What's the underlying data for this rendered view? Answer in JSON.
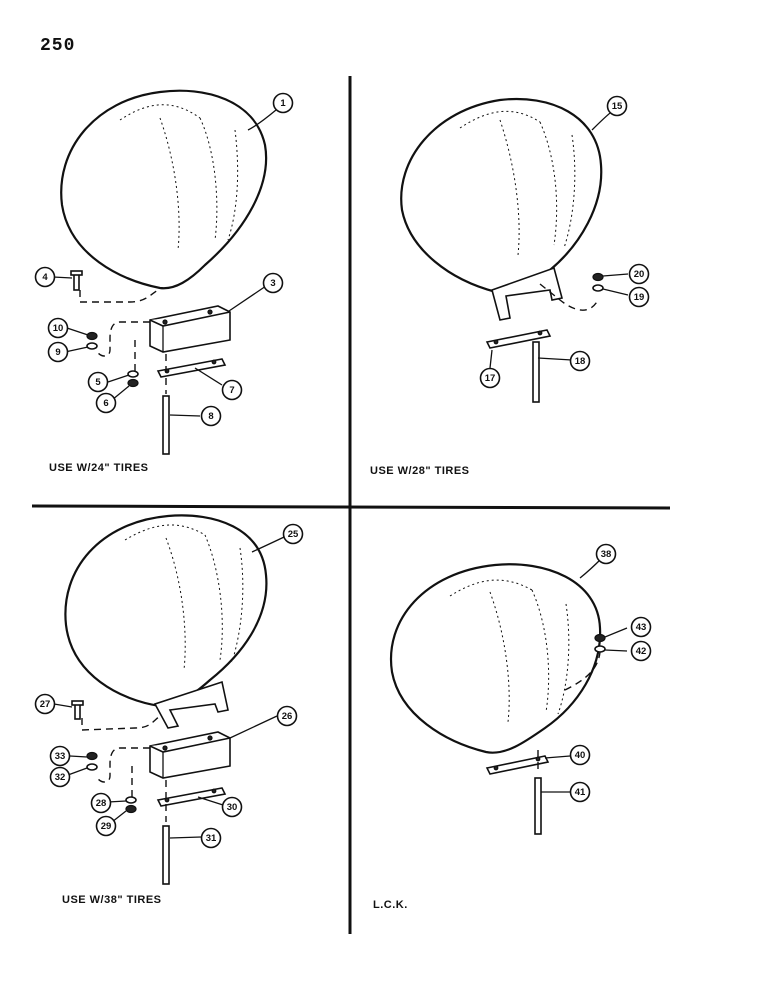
{
  "page_number": "250",
  "panels": [
    {
      "id": "tl",
      "caption": "USE W/24\" TIRES",
      "callouts": [
        "1",
        "3",
        "4",
        "5",
        "6",
        "7",
        "8",
        "9",
        "10"
      ]
    },
    {
      "id": "tr",
      "caption": "USE W/28\" TIRES",
      "callouts": [
        "15",
        "17",
        "18",
        "19",
        "20"
      ]
    },
    {
      "id": "bl",
      "caption": "USE W/38\" TIRES",
      "callouts": [
        "25",
        "26",
        "27",
        "28",
        "29",
        "30",
        "31",
        "32",
        "33"
      ]
    },
    {
      "id": "br",
      "caption": "L.C.K.",
      "callouts": [
        "38",
        "40",
        "41",
        "42",
        "43"
      ]
    }
  ]
}
